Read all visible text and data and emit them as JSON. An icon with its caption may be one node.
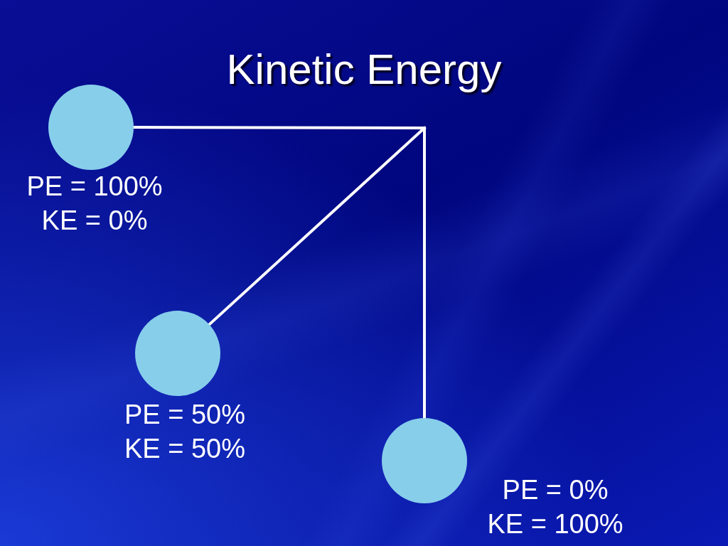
{
  "diagram": {
    "title": "Kinetic Energy",
    "nodes": [
      {
        "text": [],
        "shape": "circle",
        "beside": [
          "PE = 100%",
          "KE = 0%"
        ]
      },
      {
        "text": [],
        "shape": "circle",
        "beside": [
          "PE = 50%",
          "KE = 50%"
        ]
      },
      {
        "text": [],
        "shape": "circle",
        "beside": [
          "PE = 0%",
          "KE = 100%"
        ]
      }
    ],
    "edges": [
      {
        "from": null,
        "to": 0,
        "arrow": "none"
      },
      {
        "from": null,
        "to": 1,
        "arrow": "none"
      },
      {
        "from": null,
        "to": 2,
        "arrow": "none"
      }
    ]
  }
}
